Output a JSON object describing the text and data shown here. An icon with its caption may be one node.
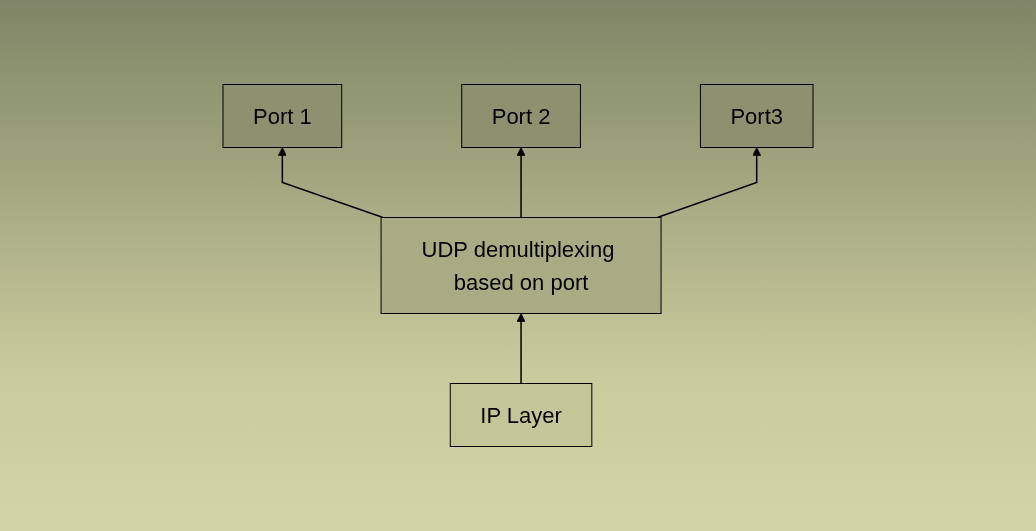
{
  "diagram": {
    "nodes": [
      {
        "text": [
          "Port 1"
        ]
      },
      {
        "text": [
          "Port 2"
        ]
      },
      {
        "text": [
          "Port3"
        ]
      },
      {
        "text": [
          "UDP demultiplexing based on port"
        ]
      },
      {
        "text": [
          "IP Layer"
        ]
      }
    ],
    "edges": [
      {
        "from": 3,
        "to": 0,
        "arrow": "to"
      },
      {
        "from": 3,
        "to": 1,
        "arrow": "to"
      },
      {
        "from": 3,
        "to": 2,
        "arrow": "to"
      },
      {
        "from": 4,
        "to": 3,
        "arrow": "to"
      }
    ]
  }
}
